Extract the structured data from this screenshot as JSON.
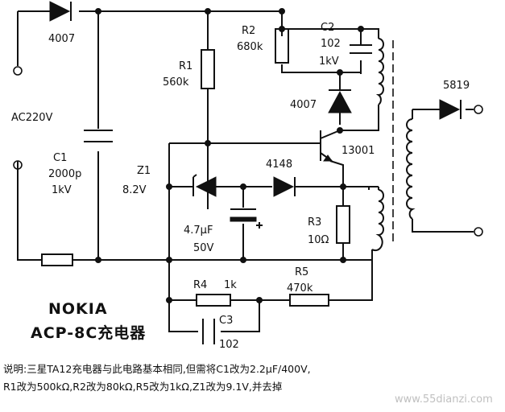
{
  "labels": {
    "d_input": "4007",
    "ac_input": "AC220V",
    "c1_name": "C1",
    "c1_value": "2000p",
    "c1_voltage": "1kV",
    "r1_name": "R1",
    "r1_value": "560k",
    "r2_name": "R2",
    "r2_value": "680k",
    "c2_name": "C2",
    "c2_value": "102",
    "c2_voltage": "1kV",
    "d_snubber": "4007",
    "transistor": "13001",
    "d_output": "5819",
    "z1_name": "Z1",
    "z1_value": "8.2V",
    "d_4148": "4148",
    "cap_value": "4.7μF",
    "cap_voltage": "50V",
    "r3_name": "R3",
    "r3_value": "10Ω",
    "r4_name": "R4",
    "r4_value": "1k",
    "r5_name": "R5",
    "r5_value": "470k",
    "c3_name": "C3",
    "c3_value": "102"
  },
  "title": {
    "brand": "NOKIA",
    "model": "ACP-8C充电器"
  },
  "note": {
    "line1": "说明:三星TA12充电器与此电路基本相同,但需将C1改为2.2μF/400V,",
    "line2": "R1改为500kΩ,R2改为80kΩ,R5改为1kΩ,Z1改为9.1V,并去掉"
  },
  "watermark": "www.55dianzi.com"
}
